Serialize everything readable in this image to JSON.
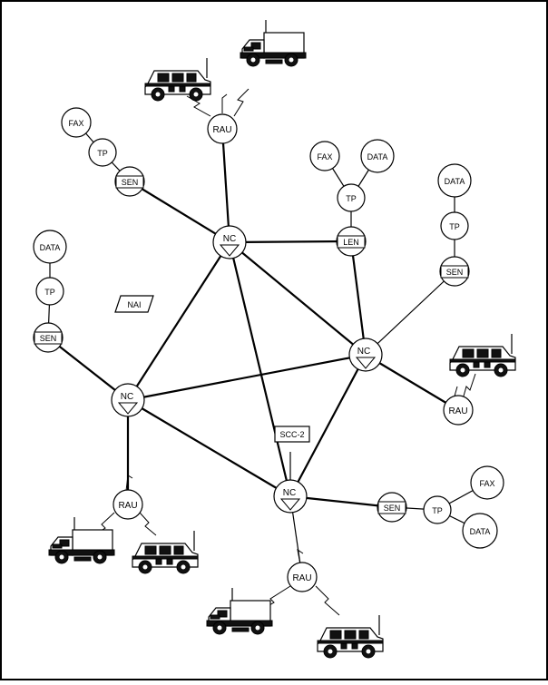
{
  "diagram": {
    "node_labels": {
      "nc": "NC",
      "rau": "RAU",
      "sen": "SEN",
      "len": "LEN",
      "tp": "TP",
      "fax": "FAX",
      "data": "DATA",
      "nai": "NAI",
      "scc2": "SCC-2"
    }
  },
  "colors": {
    "line": "#000000",
    "background": "#ffffff",
    "frame": "#000000"
  },
  "icons": [
    "hmmwv-icon",
    "shelter-truck-icon",
    "radio-link-icon",
    "triangle-icon"
  ]
}
